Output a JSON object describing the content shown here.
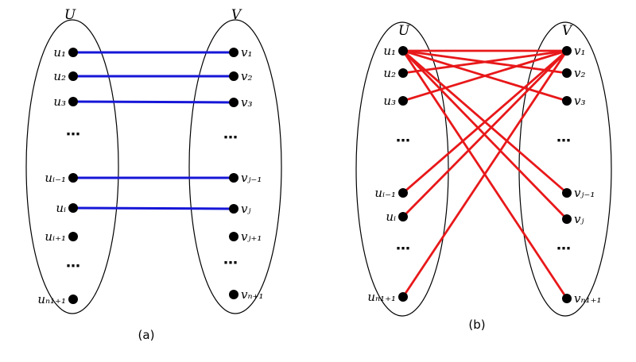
{
  "panel_a": {
    "caption": "(a)",
    "set_u": "U",
    "set_v": "V",
    "u_nodes": [
      "u₁",
      "u₂",
      "u₃",
      "…",
      "uᵢ₋₁",
      "uᵢ",
      "uᵢ₊₁",
      "…",
      "uₙ₁₊₁"
    ],
    "v_nodes": [
      "v₁",
      "v₂",
      "v₃",
      "…",
      "vⱼ₋₁",
      "vⱼ",
      "vⱼ₊₁",
      "…",
      "vₙ₊₁"
    ],
    "edges": [
      [
        0,
        0
      ],
      [
        1,
        1
      ],
      [
        2,
        2
      ],
      [
        4,
        4
      ],
      [
        5,
        5
      ]
    ],
    "edge_color": "#1616d8"
  },
  "panel_b": {
    "caption": "(b)",
    "set_u": "U",
    "set_v": "V",
    "u_nodes": [
      "u₁",
      "u₂",
      "u₃",
      "…",
      "uᵢ₋₁",
      "uᵢ",
      "…",
      "uₙ₁₊₁"
    ],
    "v_nodes": [
      "v₁",
      "v₂",
      "v₃",
      "…",
      "vⱼ₋₁",
      "vⱼ",
      "…",
      "vₙ₁₊₁"
    ],
    "edges": [
      [
        0,
        0
      ],
      [
        0,
        1
      ],
      [
        0,
        2
      ],
      [
        0,
        4
      ],
      [
        0,
        5
      ],
      [
        0,
        7
      ],
      [
        1,
        0
      ],
      [
        2,
        0
      ],
      [
        4,
        0
      ],
      [
        5,
        0
      ],
      [
        7,
        0
      ]
    ],
    "edge_color": "#e8181a"
  }
}
